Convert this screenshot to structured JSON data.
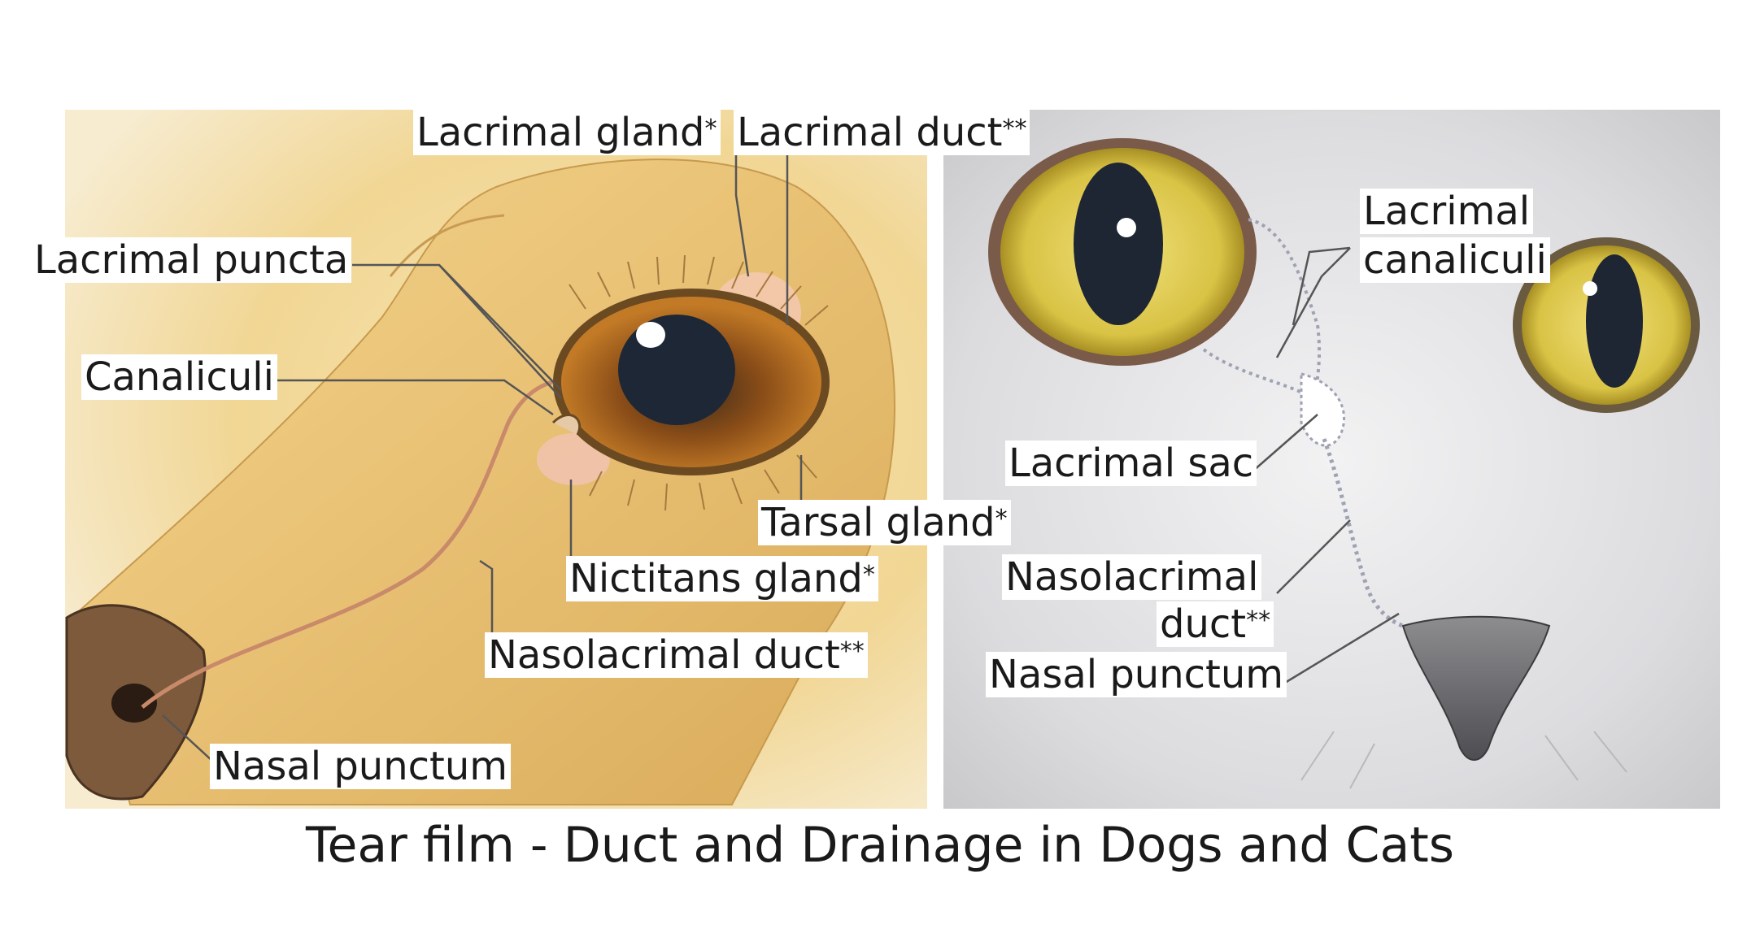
{
  "caption": "Tear film - Duct and Drainage in Dogs and Cats",
  "dog_labels": {
    "lacrimal_gland": {
      "text": "Lacrimal gland",
      "mark": "*"
    },
    "lacrimal_duct": {
      "text": "Lacrimal duct",
      "mark": "**"
    },
    "lacrimal_puncta": {
      "text": "Lacrimal puncta",
      "mark": ""
    },
    "canaliculi": {
      "text": "Canaliculi",
      "mark": ""
    },
    "tarsal_gland": {
      "text": "Tarsal gland",
      "mark": "*"
    },
    "nictitans_gland": {
      "text": "Nictitans gland",
      "mark": "*"
    },
    "nasolacrimal_duct": {
      "text": "Nasolacrimal duct",
      "mark": "**"
    },
    "nasal_punctum": {
      "text": "Nasal punctum",
      "mark": ""
    }
  },
  "cat_labels": {
    "lacrimal_canaliculi_line1": "Lacrimal",
    "lacrimal_canaliculi_line2": "canaliculi",
    "lacrimal_sac": "Lacrimal sac",
    "nasolacrimal_duct_line1": "Nasolacrimal",
    "nasolacrimal_duct_line2": "duct",
    "nasolacrimal_duct_mark": "**",
    "nasal_punctum": "Nasal punctum"
  },
  "colors": {
    "dog_skin": "#ecc77a",
    "dog_shadow": "#d7a955",
    "dog_nose": "#7d5a3c",
    "iris_dog": "#b36a1c",
    "cat_fur": "#e4e4e6",
    "cat_iris": "#e2cf52",
    "duct_line": "#c98a6a",
    "text": "#1a1a1a"
  }
}
